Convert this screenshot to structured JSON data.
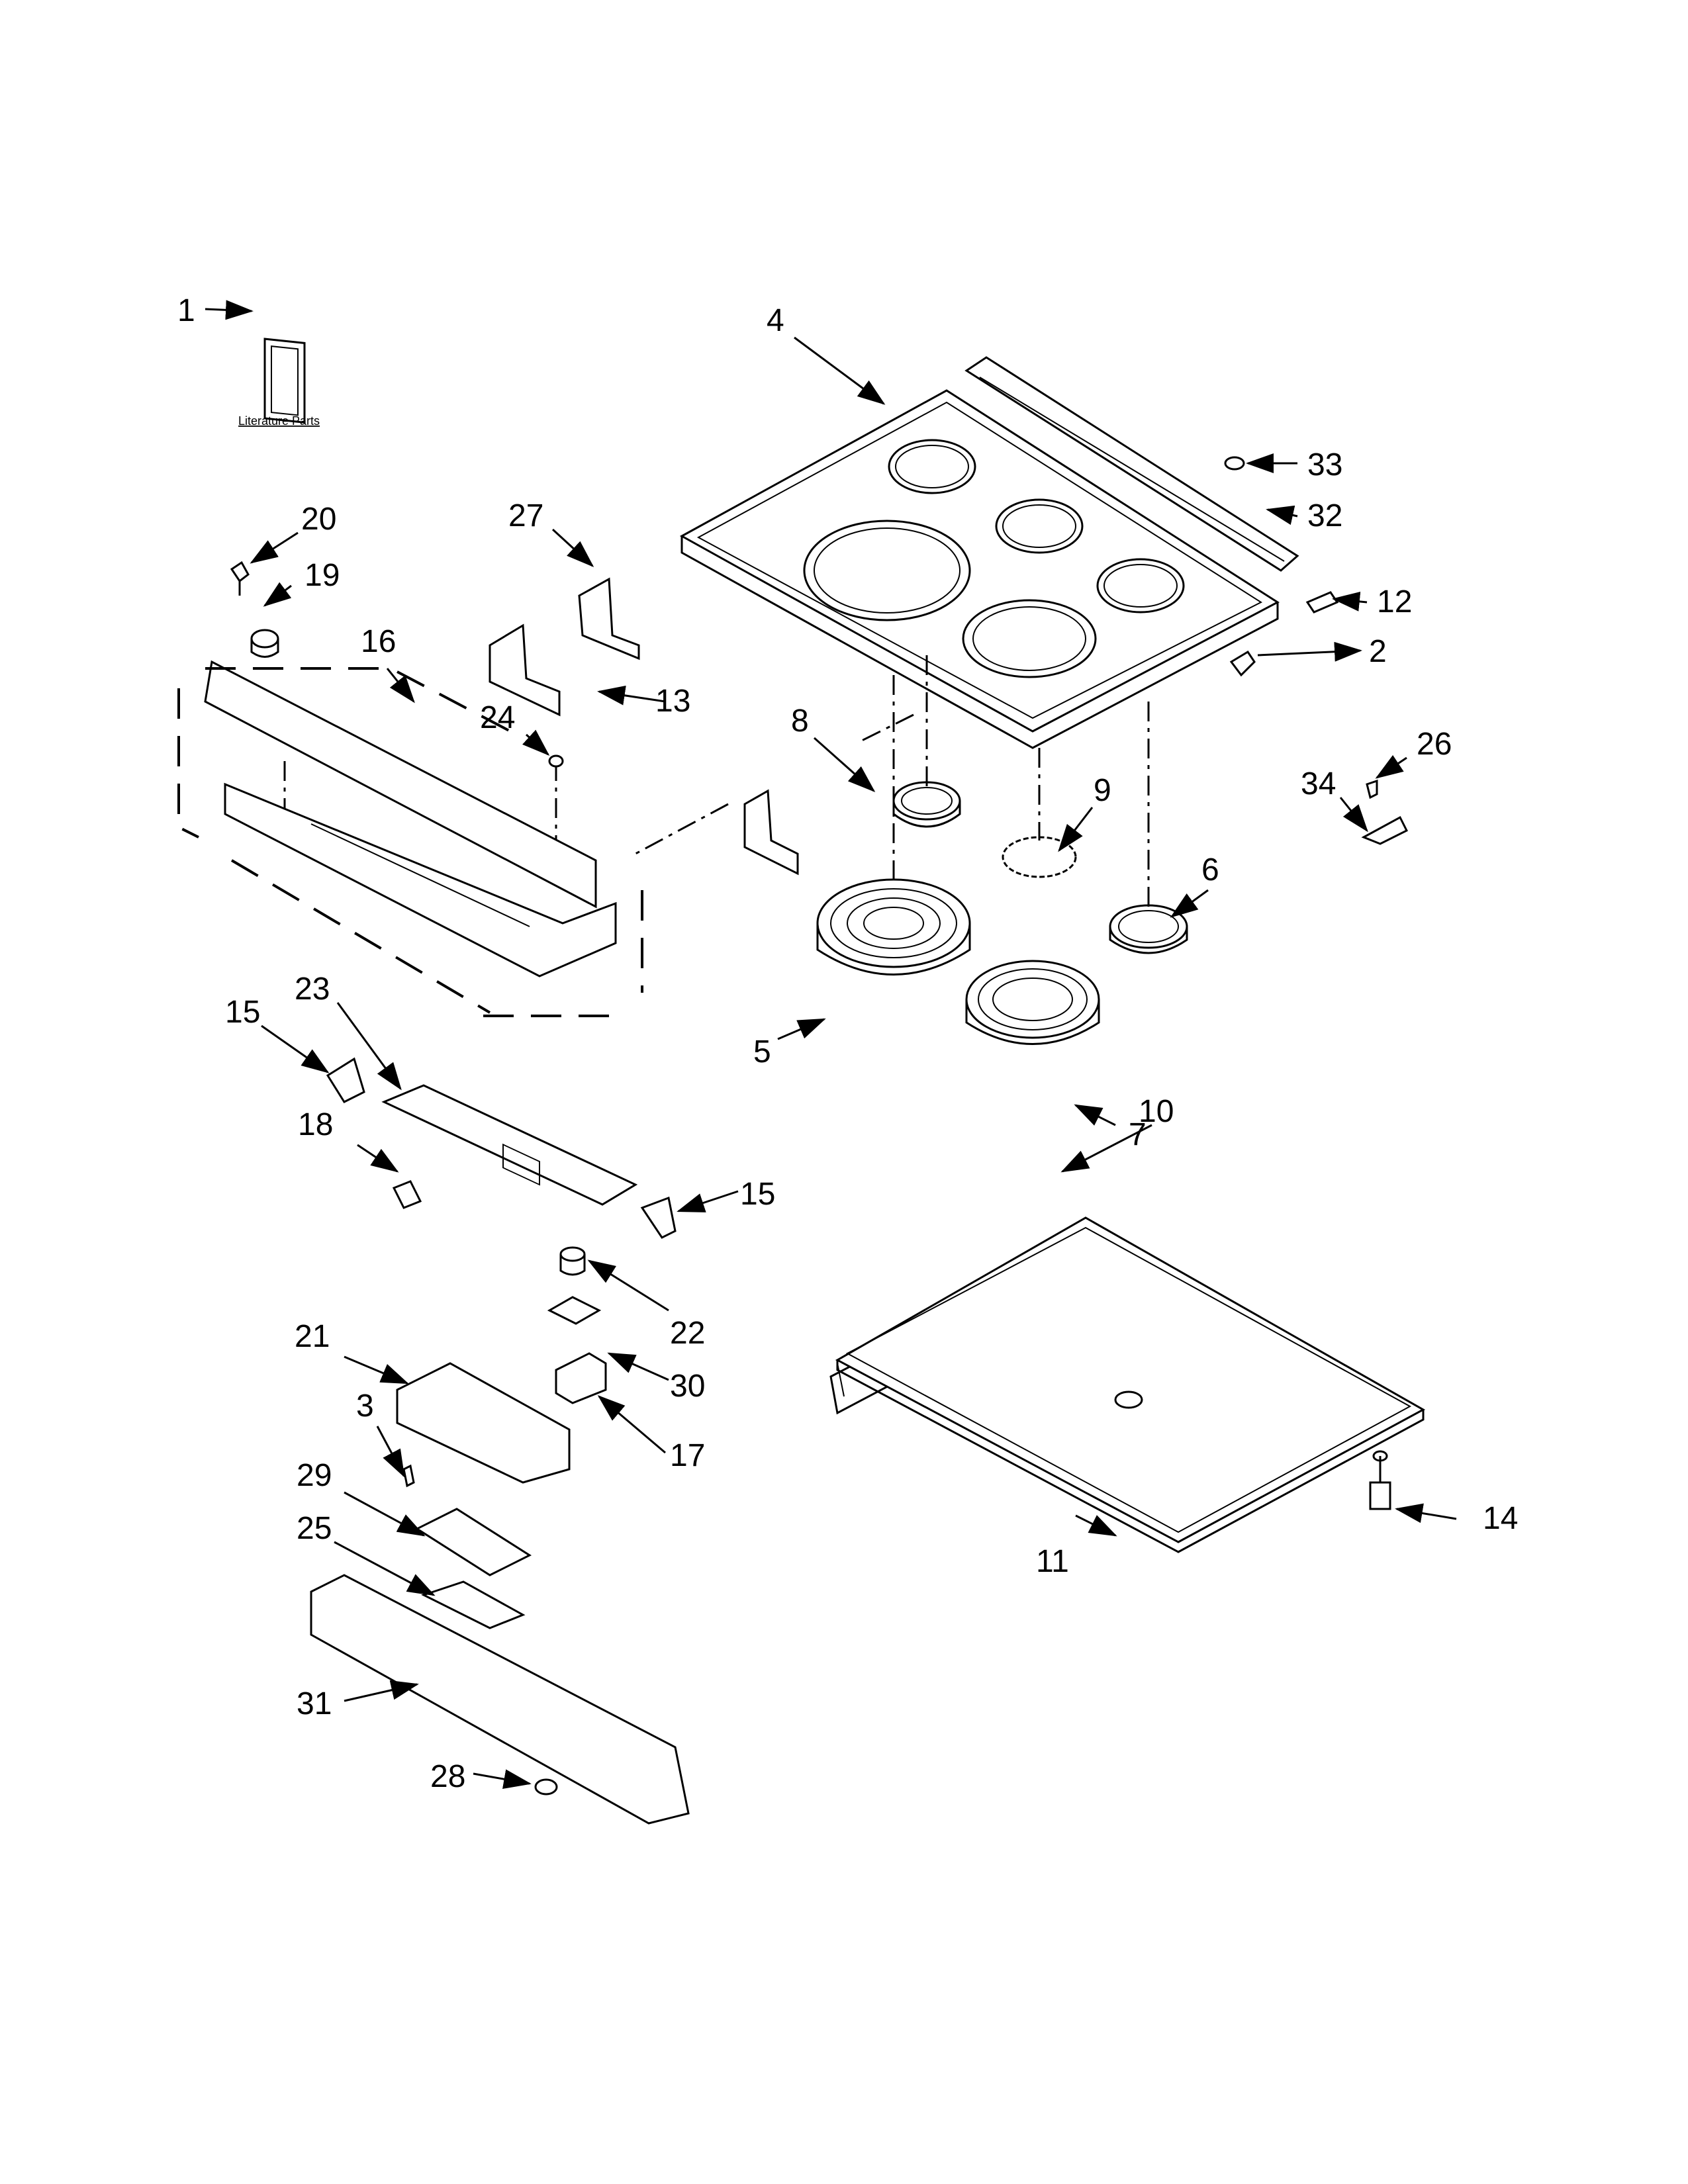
{
  "diagram": {
    "literature_label": "Literature Parts",
    "callouts": [
      "1",
      "2",
      "3",
      "4",
      "5",
      "6",
      "7",
      "8",
      "9",
      "10",
      "11",
      "12",
      "13",
      "14",
      "15",
      "15",
      "16",
      "17",
      "18",
      "19",
      "20",
      "21",
      "22",
      "23",
      "24",
      "25",
      "26",
      "27",
      "28",
      "29",
      "30",
      "31",
      "32",
      "33",
      "34"
    ]
  }
}
